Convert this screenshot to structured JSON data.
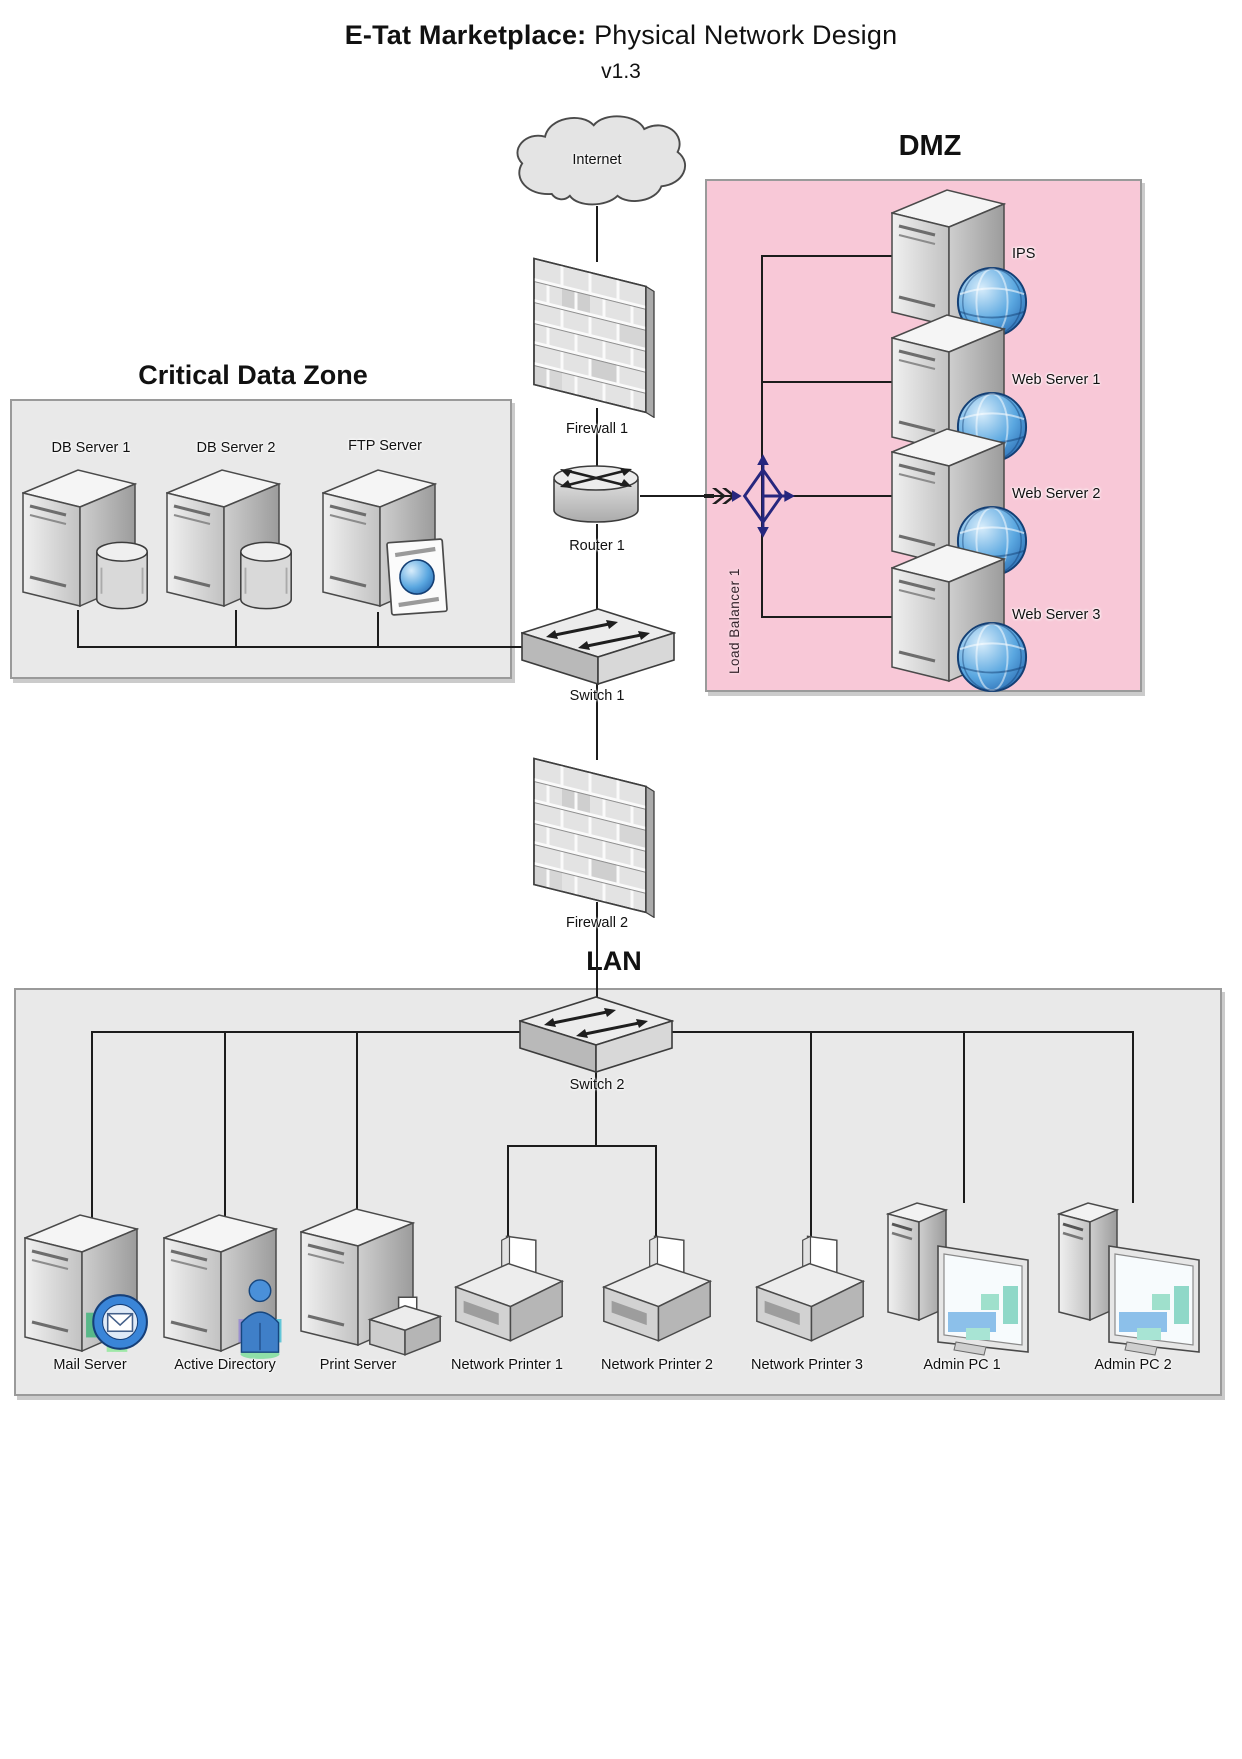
{
  "title": {
    "brand": "E-Tat Marketplace:",
    "rest": " Physical Network Design",
    "version": "v1.3"
  },
  "backbone": {
    "internet": "Internet",
    "firewall1": "Firewall 1",
    "router1": "Router 1",
    "switch1": "Switch 1",
    "firewall2": "Firewall 2"
  },
  "critical_data_zone": {
    "title": "Critical Data Zone",
    "servers": [
      {
        "label": "DB Server 1",
        "icon": "db-server-icon"
      },
      {
        "label": "DB Server 2",
        "icon": "db-server-icon"
      },
      {
        "label": "FTP Server",
        "icon": "ftp-server-icon"
      }
    ]
  },
  "dmz": {
    "title": "DMZ",
    "load_balancer": "Load Balancer 1",
    "servers": [
      {
        "label": "IPS",
        "icon": "web-server-icon"
      },
      {
        "label": "Web Server 1",
        "icon": "web-server-icon"
      },
      {
        "label": "Web Server 2",
        "icon": "web-server-icon"
      },
      {
        "label": "Web Server 3",
        "icon": "web-server-icon"
      }
    ]
  },
  "lan": {
    "title": "LAN",
    "switch": "Switch 2",
    "devices": [
      {
        "label": "Mail Server",
        "icon": "mail-server-icon"
      },
      {
        "label": "Active Directory",
        "icon": "active-directory-icon"
      },
      {
        "label": "Print Server",
        "icon": "print-server-icon"
      },
      {
        "label": "Network Printer 1",
        "icon": "network-printer-icon"
      },
      {
        "label": "Network Printer 2",
        "icon": "network-printer-icon"
      },
      {
        "label": "Network Printer 3",
        "icon": "network-printer-icon"
      },
      {
        "label": "Admin PC 1",
        "icon": "admin-pc-icon"
      },
      {
        "label": "Admin PC 2",
        "icon": "admin-pc-icon"
      }
    ]
  },
  "colors": {
    "dmz_fill": "#f8c8d7",
    "zone_fill": "#e9e9e9",
    "line": "#1c1c1c",
    "load_balancer_blue": "#26267e",
    "globe_blue": "#2e7cc9"
  }
}
